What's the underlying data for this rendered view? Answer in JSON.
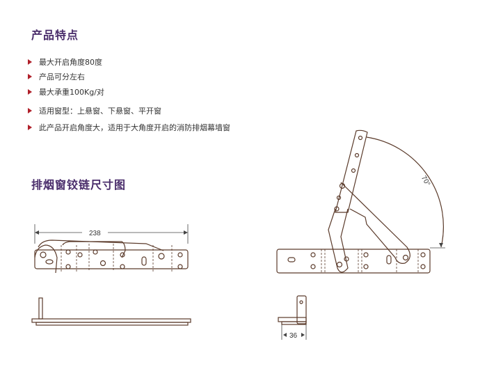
{
  "features": {
    "title": "产品特点",
    "items": [
      "最大开启角度80度",
      "产品可分左右",
      "最大承重100Kg/对",
      "适用窗型：上悬窗、下悬窗、平开窗",
      "此产品开启角度大，适用于大角度开启的消防排烟幕墙窗"
    ]
  },
  "diagram": {
    "title": "排烟窗铰链尺寸图",
    "length_label": "238",
    "width_label": "36",
    "angle_label": "70°"
  },
  "colors": {
    "title": "#4a2d6b",
    "bullet": "#b0202a",
    "line": "#5a3a2a"
  }
}
